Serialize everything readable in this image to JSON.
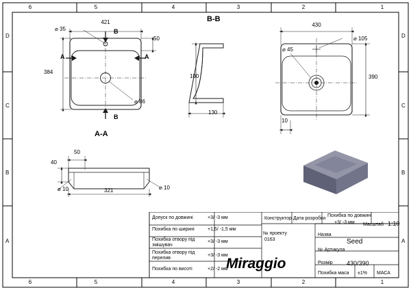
{
  "sheet": {
    "border_marks_top": [
      "6",
      "5",
      "4",
      "3",
      "2",
      "1"
    ],
    "border_marks_bottom": [
      "6",
      "5",
      "4",
      "3",
      "2",
      "1"
    ],
    "border_marks_left": [
      "D",
      "C",
      "B",
      "A"
    ],
    "border_marks_right": [
      "D",
      "C",
      "B",
      "A"
    ]
  },
  "views": {
    "top": {
      "title": "",
      "dims": {
        "width_top": "421",
        "height_left": "384",
        "dia_hole_small": "⌀ 35",
        "dia_hole_large": "⌀ 86",
        "right_offset": "50"
      },
      "section_marks": {
        "vertical_top": "B",
        "vertical_bottom": "B",
        "horizontal_left": "A",
        "horizontal_right": "A"
      }
    },
    "bb": {
      "title": "B-B",
      "dims": {
        "height": "100",
        "width": "130"
      }
    },
    "front": {
      "title": "",
      "dims": {
        "width_top": "430",
        "height_right": "390",
        "dia_top": "⌀ 105",
        "dia_left": "⌀ 45",
        "bottom_offset": "10"
      }
    },
    "aa": {
      "title": "A-A",
      "dims": {
        "top_width": "50",
        "left_height": "40",
        "bottom_width": "321",
        "dia_left": "⌀ 10",
        "dia_right": "⌀ 10"
      }
    }
  },
  "titleblock": {
    "rows": [
      {
        "label": "Допуск по довжині",
        "value": "+3/ -3 мм"
      },
      {
        "label": "Похибка по ширині",
        "value": "+1,5/ -1,5 мм"
      },
      {
        "label": "Похибка отвору під змішувач",
        "value": "+3/ -3 мм"
      },
      {
        "label": "Похибка отвору під перелив",
        "value": "+3/ -3 мм"
      },
      {
        "label": "Похибка по висоті",
        "value": "+2/ -2 мм"
      }
    ],
    "header_constructor": "Конструктор",
    "header_date": "Дата розробки",
    "header_tolerance": "Похибка по довжині",
    "tolerance_value": "+3/ -3 мм",
    "scale_label": "Масштаб",
    "scale_value": "1:10",
    "project_label": "№ проекту",
    "project_value": "0163",
    "name_label": "Назва",
    "name_value": "Seed",
    "article_label": "№ Артикула",
    "article_value": "",
    "size_label": "Розмір",
    "size_value": "430/390",
    "brand": "Miraggio",
    "net_weight_label": "Похибка маса",
    "net_weight_tol": "±1%",
    "mass_label": "МАСА"
  },
  "colors": {
    "line": "#1a1a1a",
    "render_top": "#8c8ea3",
    "render_front": "#6e7085",
    "render_side": "#5d5f73",
    "border": "#000000"
  }
}
